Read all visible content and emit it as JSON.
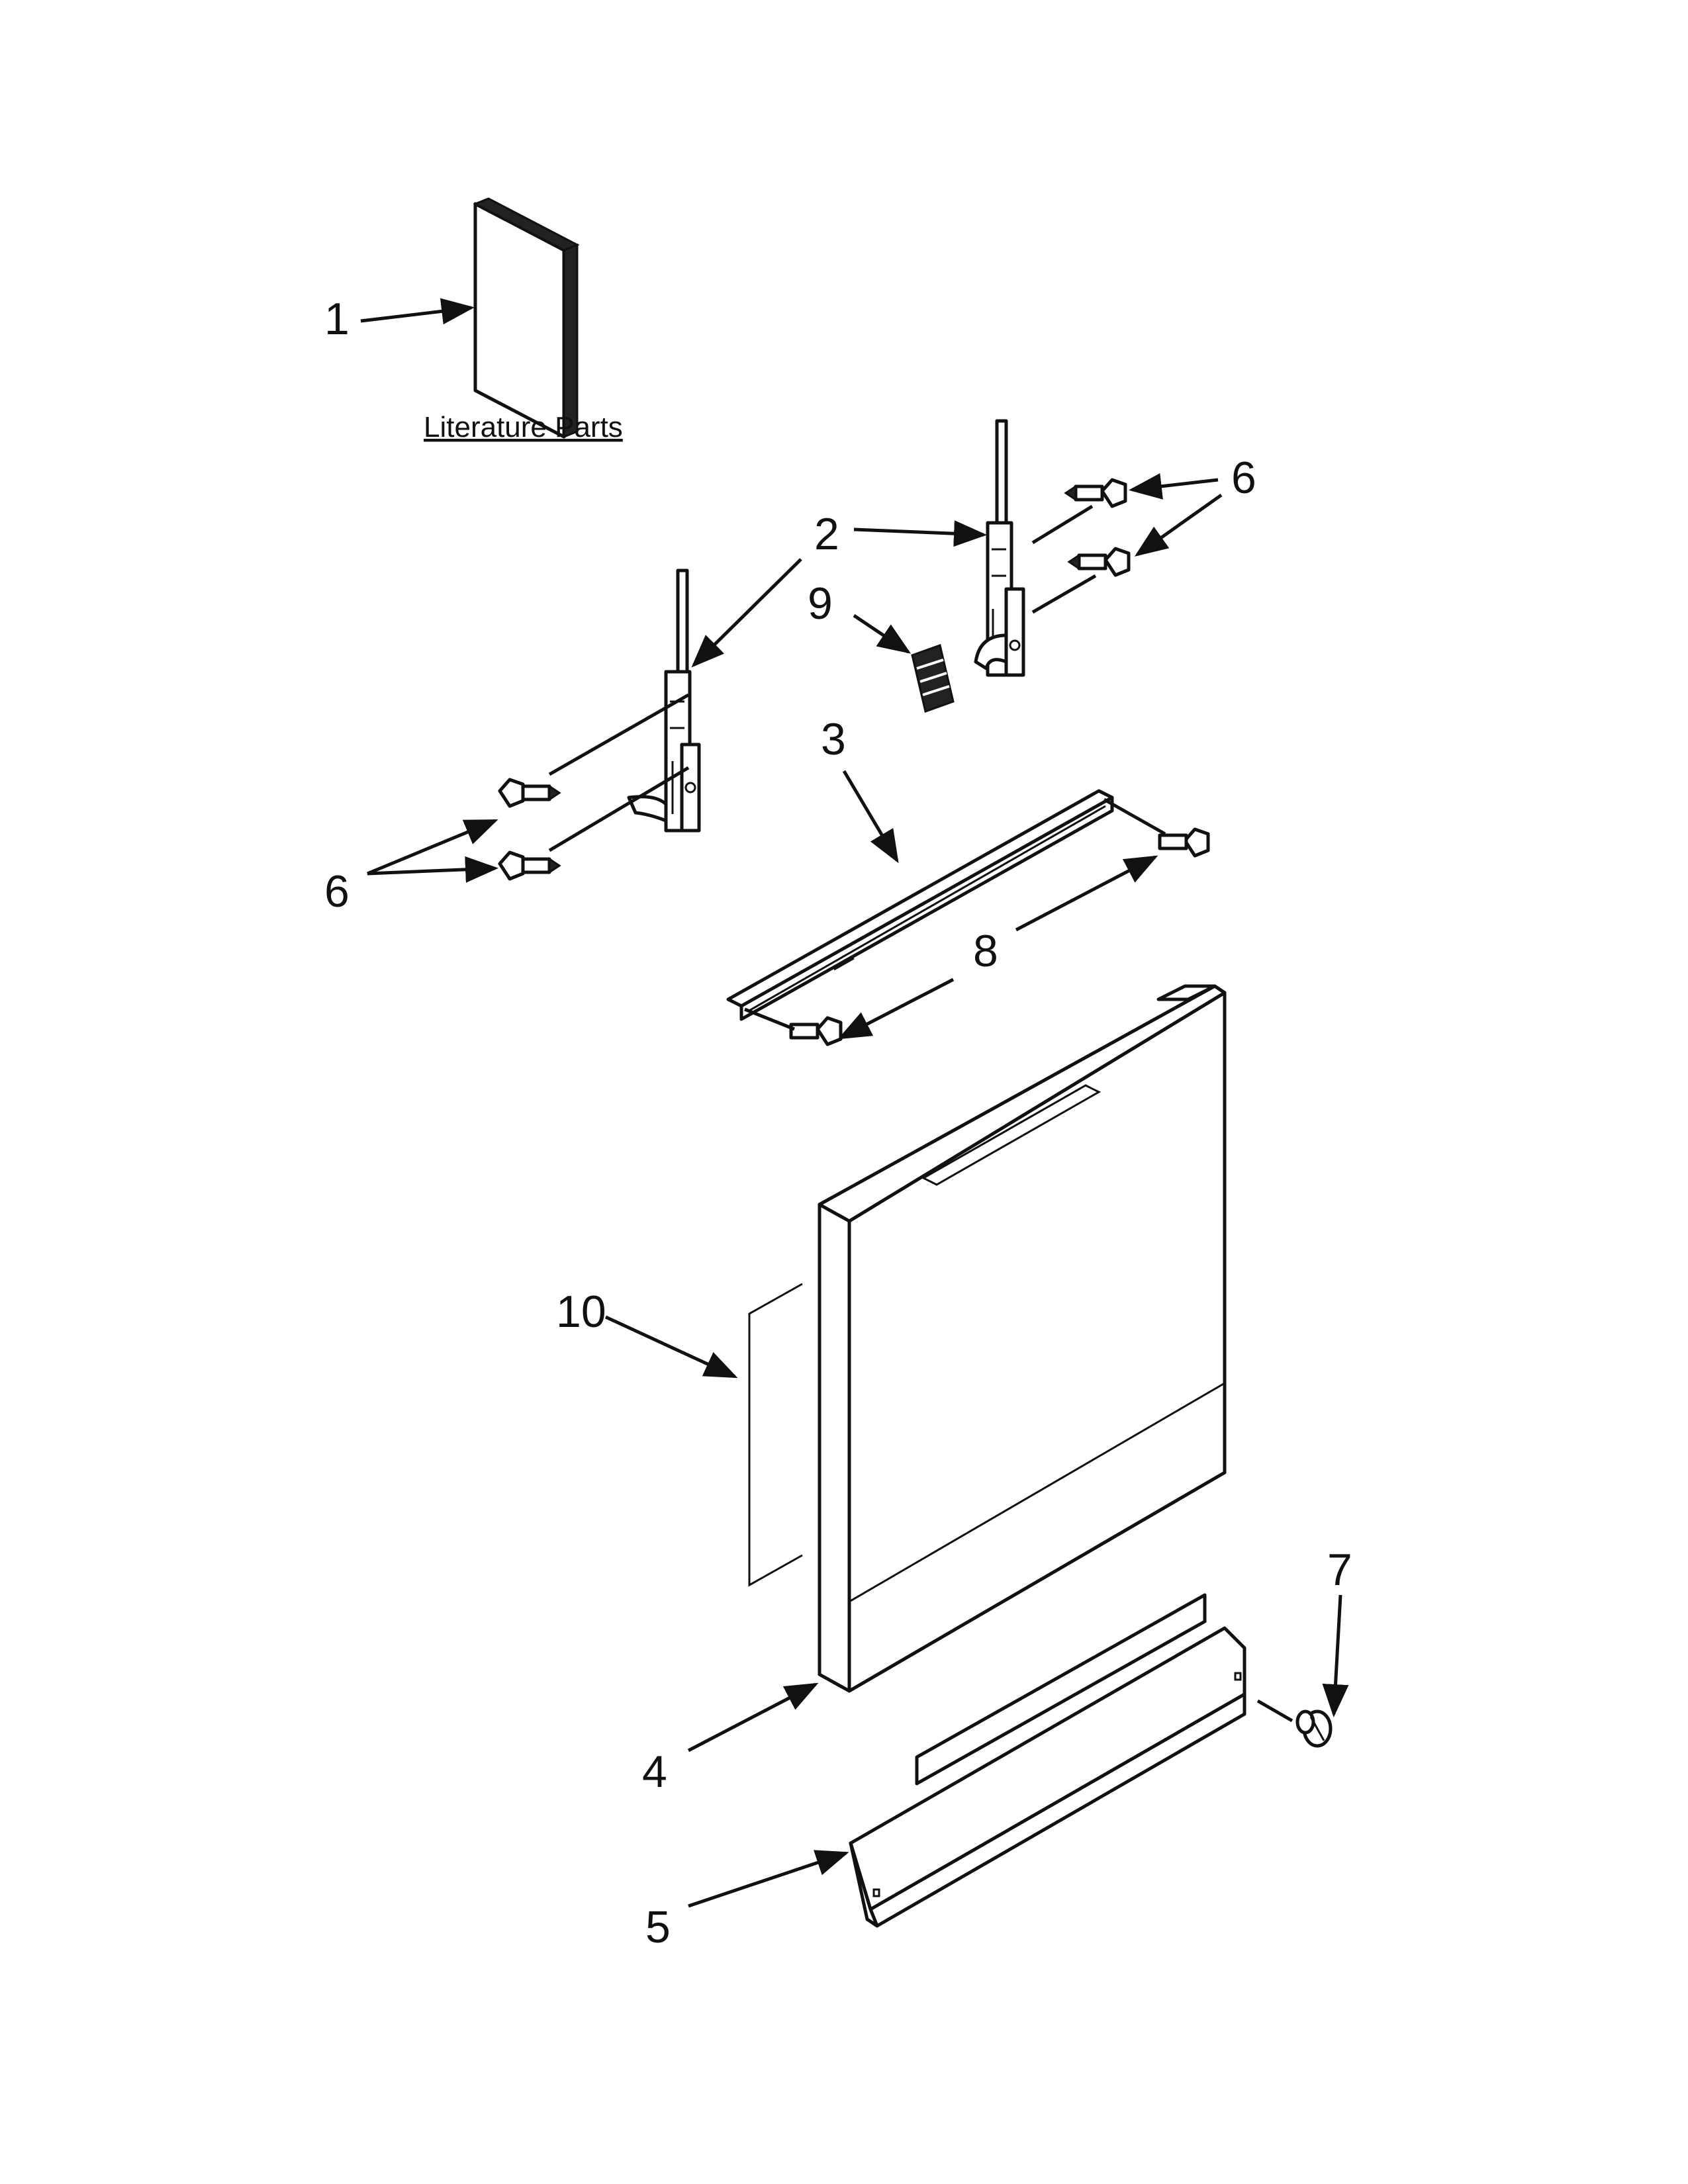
{
  "literature_caption": "Literature Parts",
  "callouts": [
    {
      "id": "1",
      "text": "1"
    },
    {
      "id": "2",
      "text": "2"
    },
    {
      "id": "3",
      "text": "3"
    },
    {
      "id": "4",
      "text": "4"
    },
    {
      "id": "5",
      "text": "5"
    },
    {
      "id": "6a",
      "text": "6"
    },
    {
      "id": "6b",
      "text": "6"
    },
    {
      "id": "7",
      "text": "7"
    },
    {
      "id": "8",
      "text": "8"
    },
    {
      "id": "9",
      "text": "9"
    },
    {
      "id": "10",
      "text": "10"
    }
  ]
}
